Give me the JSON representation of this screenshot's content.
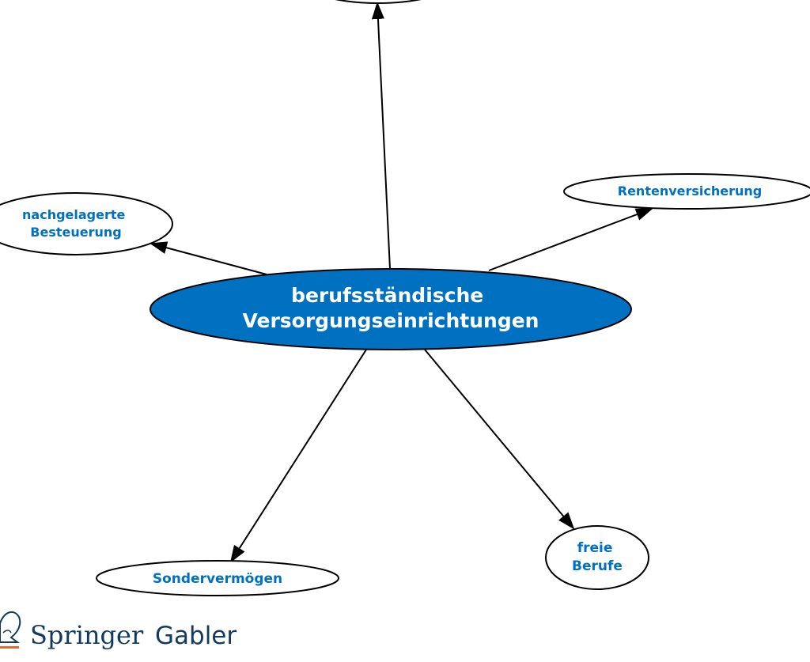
{
  "diagram": {
    "type": "concept-map",
    "center": {
      "lines": [
        "berufsständische",
        "Versorgungseinrichtungen"
      ]
    },
    "nodes": {
      "nachgelagerte": {
        "lines": [
          "nachgelagerte",
          "Besteuerung"
        ]
      },
      "renten": {
        "lines": [
          "Rentenversicherung"
        ]
      },
      "sonder": {
        "lines": [
          "Sondervermögen"
        ]
      },
      "freie": {
        "lines": [
          "freie",
          "Berufe"
        ]
      }
    },
    "edges": [
      {
        "from": "center",
        "to": "top-node"
      },
      {
        "from": "center",
        "to": "nachgelagerte"
      },
      {
        "from": "center",
        "to": "renten"
      },
      {
        "from": "center",
        "to": "sonder"
      },
      {
        "from": "center",
        "to": "freie"
      }
    ]
  },
  "logo": {
    "brand": "Springer",
    "imprint": "Gabler"
  },
  "colors": {
    "center_fill": "#0070c0",
    "node_text": "#0070c0",
    "node_fill": "#ffffff",
    "stroke": "#000000",
    "logo_text": "#123a5e",
    "logo_accent": "#e8692b"
  }
}
